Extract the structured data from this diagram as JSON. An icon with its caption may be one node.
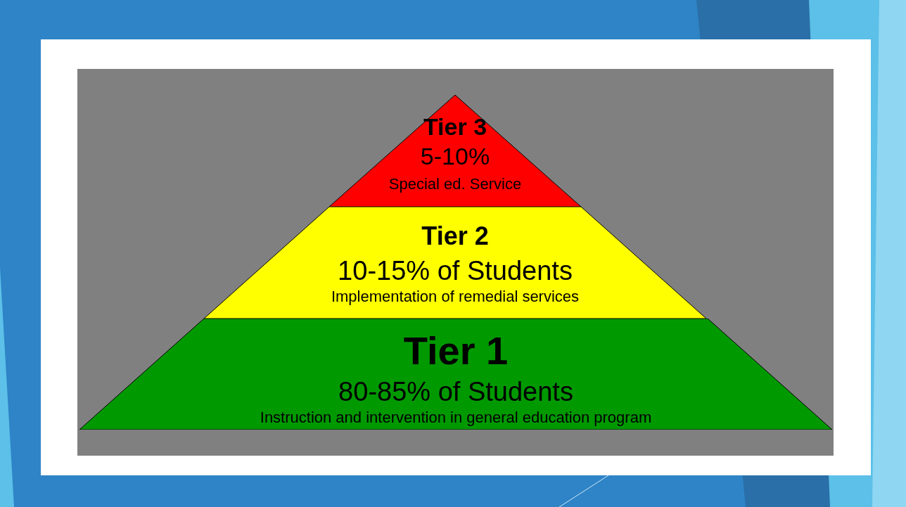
{
  "diagram": {
    "nodes": [
      {
        "text": [
          "Tier 3",
          "5-10%",
          "Special ed. Service"
        ]
      },
      {
        "text": [
          "Tier 2",
          "10-15% of Students",
          "Implementation of remedial services"
        ]
      },
      {
        "text": [
          "Tier 1",
          "80-85% of Students",
          "Instruction and intervention in general education program"
        ]
      }
    ]
  }
}
